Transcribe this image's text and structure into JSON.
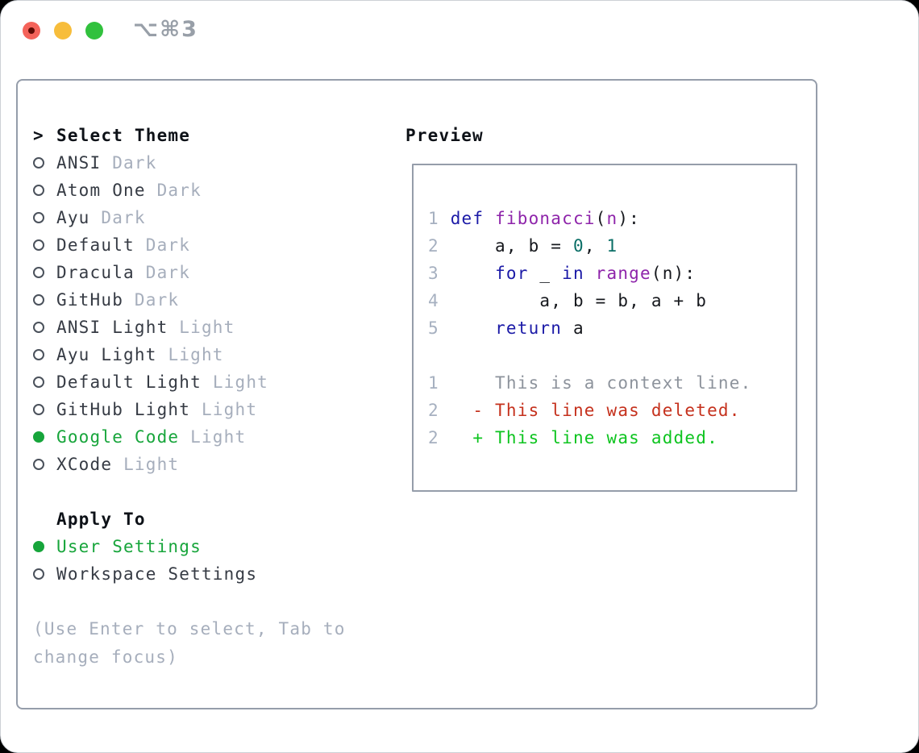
{
  "titlebar": {
    "shortcut": "⌥⌘3",
    "buttons": [
      "close",
      "minimize",
      "zoom"
    ]
  },
  "theme_panel": {
    "prompt": ">",
    "header": "Select Theme",
    "themes": [
      {
        "name": "ANSI",
        "variant": "Dark",
        "selected": false
      },
      {
        "name": "Atom One",
        "variant": "Dark",
        "selected": false
      },
      {
        "name": "Ayu",
        "variant": "Dark",
        "selected": false
      },
      {
        "name": "Default",
        "variant": "Dark",
        "selected": false
      },
      {
        "name": "Dracula",
        "variant": "Dark",
        "selected": false
      },
      {
        "name": "GitHub",
        "variant": "Dark",
        "selected": false
      },
      {
        "name": "ANSI Light",
        "variant": "Light",
        "selected": false
      },
      {
        "name": "Ayu Light",
        "variant": "Light",
        "selected": false
      },
      {
        "name": "Default Light",
        "variant": "Light",
        "selected": false
      },
      {
        "name": "GitHub Light",
        "variant": "Light",
        "selected": false
      },
      {
        "name": "Google Code",
        "variant": "Light",
        "selected": true
      },
      {
        "name": "XCode",
        "variant": "Light",
        "selected": false
      }
    ],
    "apply_to": {
      "header": "Apply To",
      "options": [
        {
          "label": "User Settings",
          "selected": true
        },
        {
          "label": "Workspace Settings",
          "selected": false
        }
      ]
    },
    "help_lines": [
      "(Use Enter to select, Tab to",
      "change focus)"
    ]
  },
  "preview": {
    "title": "Preview",
    "code_lines": [
      {
        "num": "1",
        "tokens": [
          {
            "t": " ",
            "c": "plain"
          },
          {
            "t": "def",
            "c": "keyword"
          },
          {
            "t": " ",
            "c": "plain"
          },
          {
            "t": "fibonacci",
            "c": "function"
          },
          {
            "t": "(",
            "c": "plain"
          },
          {
            "t": "n",
            "c": "function"
          },
          {
            "t": "):",
            "c": "plain"
          }
        ]
      },
      {
        "num": "2",
        "tokens": [
          {
            "t": "     a, b = ",
            "c": "plain"
          },
          {
            "t": "0",
            "c": "number"
          },
          {
            "t": ", ",
            "c": "plain"
          },
          {
            "t": "1",
            "c": "number"
          }
        ]
      },
      {
        "num": "3",
        "tokens": [
          {
            "t": "     ",
            "c": "plain"
          },
          {
            "t": "for",
            "c": "keyword"
          },
          {
            "t": " _ ",
            "c": "plain"
          },
          {
            "t": "in",
            "c": "keyword"
          },
          {
            "t": " ",
            "c": "plain"
          },
          {
            "t": "range",
            "c": "function"
          },
          {
            "t": "(n):",
            "c": "plain"
          }
        ]
      },
      {
        "num": "4",
        "tokens": [
          {
            "t": "         a, b = b, a + b",
            "c": "plain"
          }
        ]
      },
      {
        "num": "5",
        "tokens": [
          {
            "t": "     ",
            "c": "plain"
          },
          {
            "t": "return",
            "c": "keyword"
          },
          {
            "t": " a",
            "c": "plain"
          }
        ]
      }
    ],
    "diff_lines": [
      {
        "num": "1",
        "type": "context",
        "text": "     This is a context line."
      },
      {
        "num": "2",
        "type": "deleted",
        "text": "   - This line was deleted."
      },
      {
        "num": "2",
        "type": "added",
        "text": "   + This line was added."
      }
    ]
  },
  "colors": {
    "accent": "#17a53b",
    "item-text": "#363b44",
    "muted": "#a6aebc",
    "border": "#959daa",
    "keyword": "#1b1aa7",
    "function-name": "#8e24aa",
    "number-literal": "#0a6e66",
    "code-plain": "#16181d",
    "line-number": "#a6b0c0",
    "diff-context": "#8d939c",
    "diff-deleted": "#c5311d",
    "diff-added": "#0dc41f",
    "traffic-red": "#f4635a",
    "traffic-red-dot": "#5f0b04",
    "traffic-yellow": "#f7bd3b",
    "traffic-green": "#31c13d",
    "shortcut-gray": "#989fa8"
  }
}
